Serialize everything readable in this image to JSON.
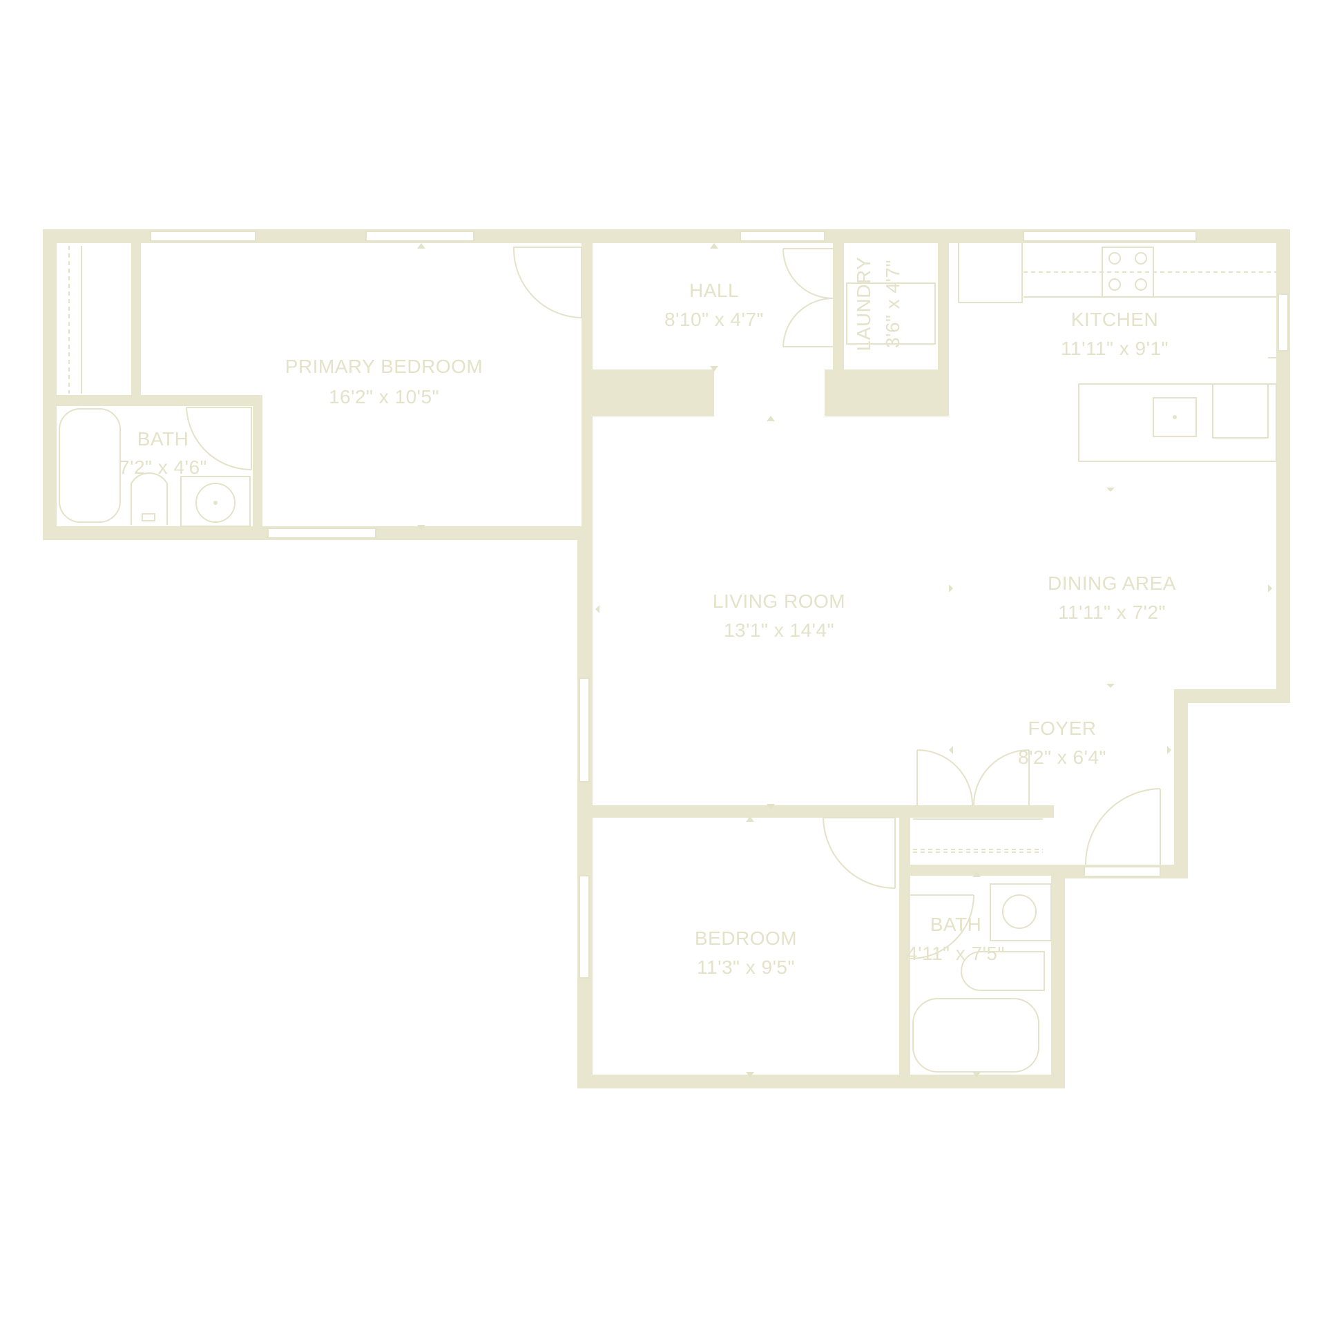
{
  "rooms": {
    "primary_bedroom": {
      "name": "PRIMARY BEDROOM",
      "size": "16'2\" x 10'5\""
    },
    "primary_bath": {
      "name": "BATH",
      "size": "7'2\" x 4'6\""
    },
    "hall": {
      "name": "HALL",
      "size": "8'10\" x 4'7\""
    },
    "laundry": {
      "name": "LAUNDRY",
      "size": "3'6\" x 4'7\""
    },
    "kitchen": {
      "name": "KITCHEN",
      "size": "11'11\" x 9'1\""
    },
    "living_room": {
      "name": "LIVING ROOM",
      "size": "13'1\" x 14'4\""
    },
    "dining_area": {
      "name": "DINING AREA",
      "size": "11'11\" x 7'2\""
    },
    "foyer": {
      "name": "FOYER",
      "size": "8'2\" x 6'4\""
    },
    "bedroom": {
      "name": "BEDROOM",
      "size": "11'3\" x 9'5\""
    },
    "bath": {
      "name": "BATH",
      "size": "4'11\" x 7'5\""
    }
  },
  "colors": {
    "wall": "#e8e6cf",
    "line": "#e4e2c8",
    "background": "#ffffff"
  }
}
